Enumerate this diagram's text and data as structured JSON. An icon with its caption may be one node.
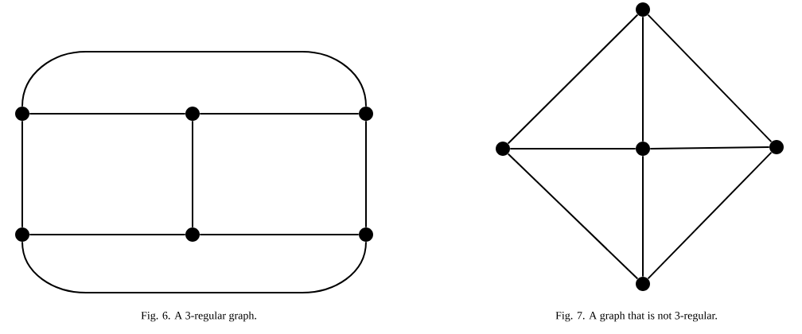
{
  "diagram": {
    "nodes": [
      {
        "text": [],
        "shape": "circle"
      },
      {
        "text": [],
        "shape": "circle"
      },
      {
        "text": [],
        "shape": "circle"
      },
      {
        "text": [],
        "shape": "circle"
      },
      {
        "text": [],
        "shape": "circle"
      },
      {
        "text": [],
        "shape": "circle"
      },
      {
        "text": [],
        "shape": "circle"
      },
      {
        "text": [],
        "shape": "circle"
      },
      {
        "text": [],
        "shape": "circle"
      },
      {
        "text": [],
        "shape": "circle"
      },
      {
        "text": [],
        "shape": "circle"
      }
    ],
    "edges": [
      {
        "from": 0,
        "to": 1,
        "arrow": "none"
      },
      {
        "from": 1,
        "to": 2,
        "arrow": "none"
      },
      {
        "from": 3,
        "to": 4,
        "arrow": "none"
      },
      {
        "from": 4,
        "to": 5,
        "arrow": "none"
      },
      {
        "from": 0,
        "to": 3,
        "arrow": "none"
      },
      {
        "from": 1,
        "to": 4,
        "arrow": "none"
      },
      {
        "from": 2,
        "to": 5,
        "arrow": "none"
      },
      {
        "from": 0,
        "to": 2,
        "arrow": "none"
      },
      {
        "from": 3,
        "to": 5,
        "arrow": "none"
      },
      {
        "from": 6,
        "to": 7,
        "arrow": "none"
      },
      {
        "from": 6,
        "to": 9,
        "arrow": "none"
      },
      {
        "from": 7,
        "to": 10,
        "arrow": "none"
      },
      {
        "from": 9,
        "to": 10,
        "arrow": "none"
      },
      {
        "from": 6,
        "to": 8,
        "arrow": "none"
      },
      {
        "from": 8,
        "to": 10,
        "arrow": "none"
      },
      {
        "from": 7,
        "to": 8,
        "arrow": "none"
      },
      {
        "from": 8,
        "to": 9,
        "arrow": "none"
      }
    ],
    "labels": [
      "Fig. 6. A 3-regular graph.",
      "Fig. 7. A graph that is not 3-regular."
    ]
  }
}
